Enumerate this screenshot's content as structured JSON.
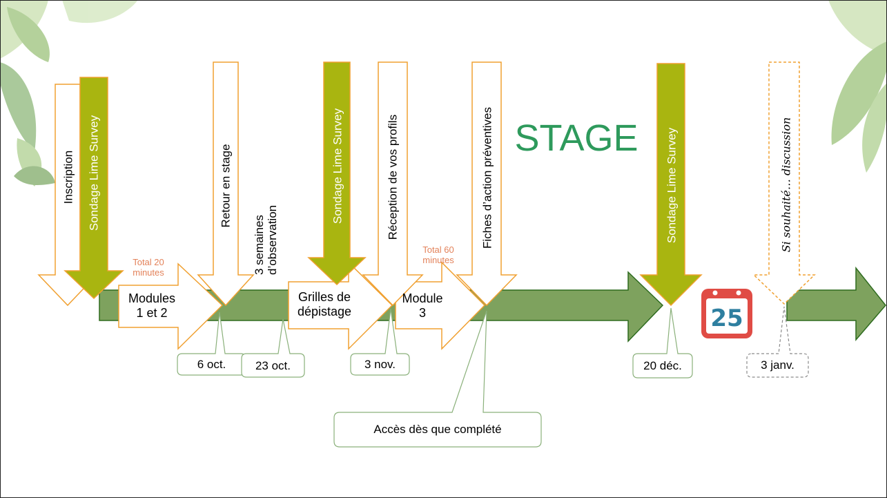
{
  "title": "STAGE",
  "arrows_down": {
    "inscription": "Inscription",
    "sondage_1": "Sondage Lime Survey",
    "retour": "Retour en stage",
    "observation": "3 semaines\nd’observation",
    "sondage_2": "Sondage Lime Survey",
    "reception": "Réception de vos profils",
    "fiches": "Fiches d’action préventives",
    "sondage_3": "Sondage Lime Survey",
    "discussion": "Si souhaité… discussion"
  },
  "steps": {
    "modules_12": "Modules\n1 et 2",
    "grilles": "Grilles de\ndépistage",
    "module_3": "Module\n3"
  },
  "notes": {
    "total_20": "Total 20\nminutes",
    "total_60": "Total 60\nminutes"
  },
  "dates": {
    "d1": "6 oct.",
    "d2": "23 oct.",
    "d3": "3 nov.",
    "d4": "20 déc.",
    "d5": "3 janv.",
    "access": "Accès dès que complété"
  },
  "calendar": {
    "day": "25",
    "icon": "calendar-icon"
  },
  "colors": {
    "timeline_fill": "#7ea25e",
    "timeline_stroke": "#2e6b1f",
    "survey_arrow": "#a9b510",
    "outline_orange": "#f0a030",
    "callout_green": "#8ab07a",
    "title_green": "#2e9a5c",
    "note_orange": "#e3825a",
    "calendar_red": "#e04c45"
  }
}
